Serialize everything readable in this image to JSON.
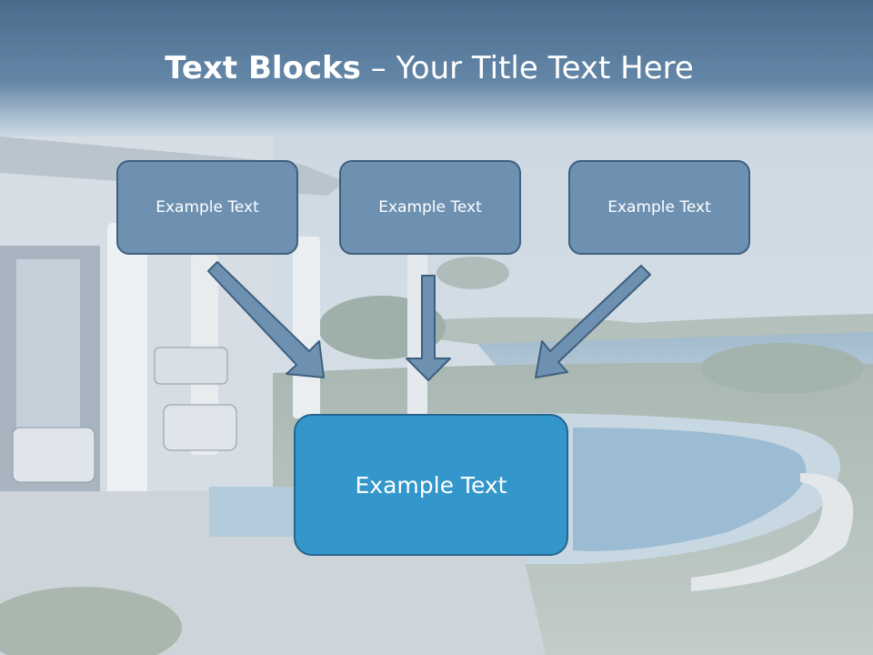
{
  "slide": {
    "title_bold": "Text Blocks",
    "title_rest": "– Your Title Text Here"
  },
  "boxes": {
    "top_left": "Example Text",
    "top_center": "Example Text",
    "top_right": "Example Text",
    "bottom": "Example Text"
  },
  "colors": {
    "title_band": "#4a6c8e",
    "small_box": "#6e91b1",
    "small_box_border": "#3f5f7e",
    "big_box": "#3497cc",
    "big_box_border": "#24658e",
    "arrow_fill": "#6e91b1"
  },
  "icons": [
    "arrow-down-right-icon",
    "arrow-down-icon",
    "arrow-down-left-icon"
  ]
}
